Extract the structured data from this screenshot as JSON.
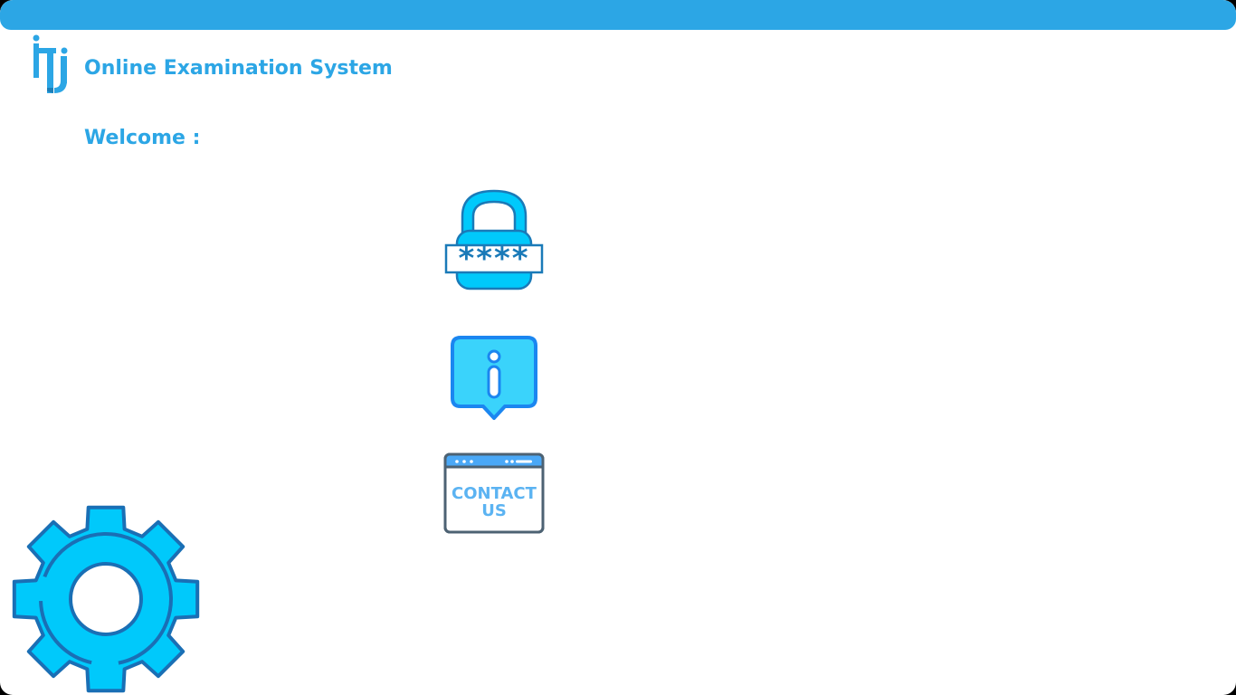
{
  "header": {
    "app_title": "Online Examination System",
    "logo_icon": "iti-logo-icon"
  },
  "main": {
    "welcome_label": "Welcome :"
  },
  "menu": {
    "password_button": {
      "icon": "lock-password-icon",
      "mask_text": "****"
    },
    "about_button": {
      "icon": "info-icon"
    },
    "contact_button": {
      "icon": "contact-us-icon",
      "line1": "CONTACT",
      "line2": "US"
    }
  },
  "settings_button": {
    "icon": "gear-icon"
  },
  "colors": {
    "accent": "#2ca6e5",
    "icon_fill": "#00c9fb",
    "icon_stroke": "#1a7ab8",
    "info_stroke": "#1b86f0",
    "contact_frame": "#4d6273",
    "contact_text": "#5bb3f2"
  }
}
